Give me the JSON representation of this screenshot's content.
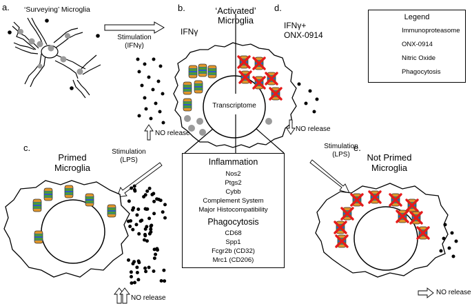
{
  "panels": {
    "a": {
      "letter": "a.",
      "title": "‘Surveying’ Microglia"
    },
    "b": {
      "letter": "b.",
      "condition": "IFNγ"
    },
    "center": {
      "title_line1": "‘Activated’",
      "title_line2": "Microglia",
      "nucleus": "Transcriptome"
    },
    "d": {
      "letter": "d.",
      "condition_line1": "IFNγ+",
      "condition_line2": "ONX-0914"
    },
    "c": {
      "letter": "c.",
      "title_line1": "Primed",
      "title_line2": "Microglia"
    },
    "e": {
      "letter": "e.",
      "title_line1": "Not Primed",
      "title_line2": "Microglia"
    }
  },
  "arrows": {
    "stim_ifn_line1": "Stimulation",
    "stim_ifn_line2": "(IFNγ)",
    "stim_lps_left_line1": "Stimulation",
    "stim_lps_left_line2": "(LPS)",
    "stim_lps_right_line1": "Stimulation",
    "stim_lps_right_line2": "(LPS)",
    "no_release": "NO release"
  },
  "info_box": {
    "heading1": "Inflammation",
    "inflammation_items": [
      "Nos2",
      "Ptgs2",
      "Cybb",
      "Complement System",
      "Major Histocompatibility"
    ],
    "heading2": "Phagocytosis",
    "phagocytosis_items": [
      "CD68",
      "Spp1",
      "Fcgr2b (CD32)",
      "Mrc1 (CD206)"
    ]
  },
  "legend": {
    "title": "Legend",
    "items": [
      {
        "label": "Immunoproteasome",
        "icon": "immunoproteasome-icon"
      },
      {
        "label": "ONX-0914",
        "icon": "red-x-icon"
      },
      {
        "label": "Nitric Oxide",
        "icon": "nitric-oxide-dots-icon"
      },
      {
        "label": "Phagocytosis",
        "icon": "gray-circle-icon"
      }
    ]
  },
  "colors": {
    "proteasome_green": "#4a9a3a",
    "proteasome_blue": "#2f58c8",
    "proteasome_orange": "#e0962a",
    "onx_red": "#e41b1b",
    "phagocytosis_gray": "#9a9a9a"
  }
}
